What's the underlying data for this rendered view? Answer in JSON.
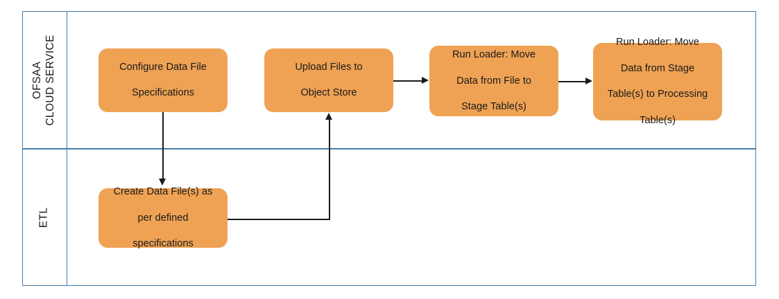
{
  "diagram": {
    "title": "OFSAA Cloud Service data loading swimlane flow",
    "colors": {
      "node_fill": "#EFA254",
      "lane_border": "#447BA8",
      "connector": "#1A1A1A",
      "text": "#1A1A1A",
      "background": "#FFFFFF"
    }
  },
  "lanes": [
    {
      "id": "ofsaa-cloud-service",
      "label_line1": "OFSAA",
      "label_line2": "CLOUD SERVICE",
      "orientation": "vertical-rotated"
    },
    {
      "id": "etl",
      "label_line1": "ETL",
      "label_line2": "",
      "orientation": "vertical-rotated"
    }
  ],
  "nodes": {
    "configure": {
      "lane": "ofsaa-cloud-service",
      "lines": [
        "Configure Data File",
        "Specifications"
      ],
      "text": "Configure Data File Specifications"
    },
    "upload": {
      "lane": "ofsaa-cloud-service",
      "lines": [
        "Upload Files to",
        "Object Store"
      ],
      "text": "Upload Files to Object Store"
    },
    "loader_stage": {
      "lane": "ofsaa-cloud-service",
      "lines": [
        "Run Loader: Move",
        "Data from File to",
        "Stage Table(s)"
      ],
      "text": "Run Loader: Move Data from File to Stage Table(s)"
    },
    "loader_processing": {
      "lane": "ofsaa-cloud-service",
      "lines": [
        "Run Loader: Move",
        "Data from Stage",
        "Table(s) to Processing",
        "Table(s)"
      ],
      "text": "Run Loader: Move Data from Stage Table(s) to Processing Table(s)"
    },
    "create_files": {
      "lane": "etl",
      "lines": [
        "Create Data File(s) as",
        "per defined",
        "specifications"
      ],
      "text": "Create Data File(s) as per defined specifications"
    }
  },
  "connectors": [
    {
      "id": "configure-to-create",
      "from": "configure",
      "to": "create_files",
      "direction": "down"
    },
    {
      "id": "create-to-upload",
      "from": "create_files",
      "to": "upload",
      "direction": "right-then-up"
    },
    {
      "id": "upload-to-loader-stage",
      "from": "upload",
      "to": "loader_stage",
      "direction": "right"
    },
    {
      "id": "loader-stage-to-loader-processing",
      "from": "loader_stage",
      "to": "loader_processing",
      "direction": "right"
    }
  ]
}
